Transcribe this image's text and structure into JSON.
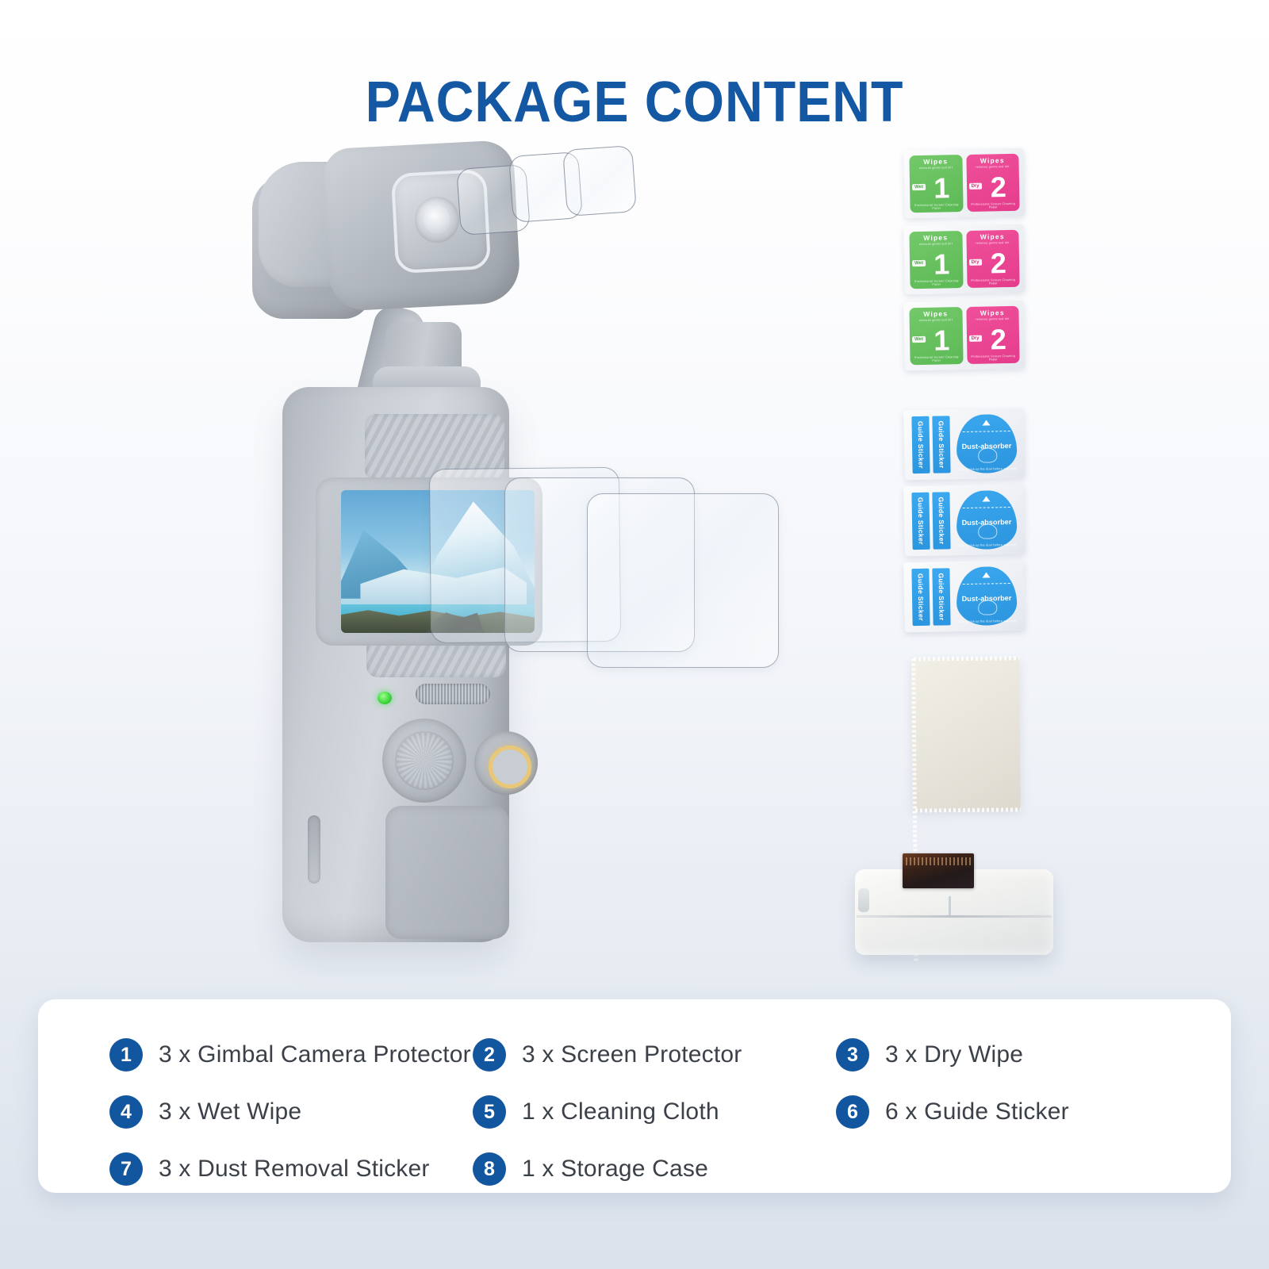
{
  "title": "PACKAGE CONTENT",
  "theme": {
    "brand_blue": "#12569f",
    "title_blue": "#1458a4",
    "sticker_blue": "#2f9ae6",
    "wipe_green": "#5cb955",
    "wipe_pink": "#e43c8c",
    "card_white": "#ffffff",
    "background_top": "#ffffff",
    "background_bottom": "#dbe2ec"
  },
  "legend": {
    "items": [
      {
        "number": "1",
        "label": "3 x Gimbal Camera Protector"
      },
      {
        "number": "2",
        "label": "3 x Screen Protector"
      },
      {
        "number": "3",
        "label": "3 x Dry Wipe"
      },
      {
        "number": "4",
        "label": "3 x Wet Wipe"
      },
      {
        "number": "5",
        "label": "1 x Cleaning Cloth"
      },
      {
        "number": "6",
        "label": "6 x Guide Sticker"
      },
      {
        "number": "7",
        "label": "3 x Dust Removal Sticker"
      },
      {
        "number": "8",
        "label": "1 x Storage Case"
      }
    ]
  },
  "wipes": {
    "count": 3,
    "wet": {
      "title": "Wipes",
      "subtitle": "removes germs and dirt",
      "tag": "Wet",
      "number": "1",
      "footer": "Professional Screen Cleaning Paper"
    },
    "dry": {
      "title": "Wipes",
      "subtitle": "removes germs and dirt",
      "tag": "Dry",
      "number": "2",
      "footer": "Professional Screen Cleaning Paper"
    }
  },
  "dust_stickers": {
    "count": 3,
    "guide_tab": "Guide Sticker",
    "guide_label": "Guide Sticker",
    "absorber_label": "Dust-absorber",
    "absorber_arc_text": "Use to pick up the dust before applying"
  },
  "cloth": {
    "name": "Cleaning Cloth"
  },
  "storage_case": {
    "name": "Storage Case"
  },
  "camera": {
    "name": "Handheld Gimbal Camera",
    "screen_scene": "Snowy mountain glacier and lake",
    "lens_protectors": 3,
    "screen_protectors": 3
  }
}
